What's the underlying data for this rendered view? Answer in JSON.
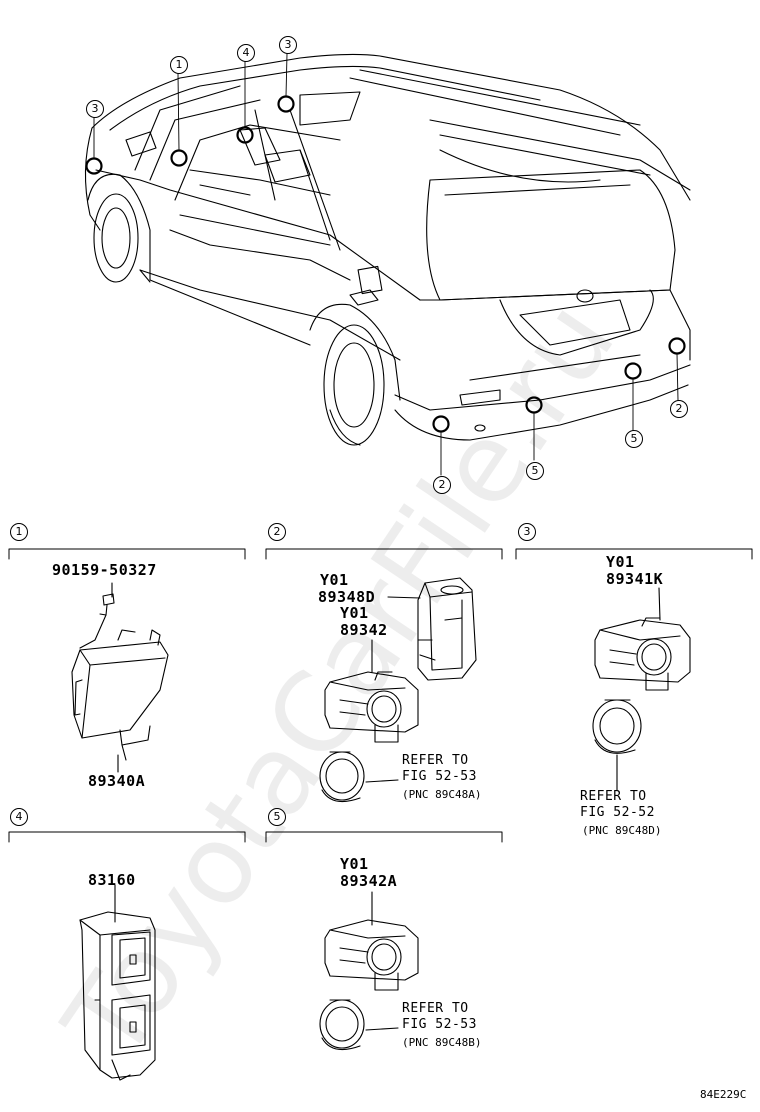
{
  "callouts": {
    "c1": "1",
    "c2": "2",
    "c3": "3",
    "c4": "4",
    "c5": "5"
  },
  "sections": {
    "s1": {
      "num": "1",
      "part_top": "90159-50327",
      "part_bottom": "89340A"
    },
    "s2": {
      "num": "2",
      "y01_a": "Y01",
      "part_a": "89348D",
      "y01_b": "Y01",
      "part_b": "89342",
      "refer_1": "REFER TO",
      "refer_2": "FIG 52-53",
      "pnc": "(PNC 89C48A)"
    },
    "s3": {
      "num": "3",
      "y01": "Y01",
      "part": "89341K",
      "refer_1": "REFER TO",
      "refer_2": "FIG 52-52",
      "pnc": "(PNC 89C48D)"
    },
    "s4": {
      "num": "4",
      "part": "83160"
    },
    "s5": {
      "num": "5",
      "y01": "Y01",
      "part": "89342A",
      "refer_1": "REFER TO",
      "refer_2": "FIG 52-53",
      "pnc": "(PNC 89C48B)"
    }
  },
  "watermark": "ToyotaCarFile.ru",
  "diagram_code": "84E229C"
}
